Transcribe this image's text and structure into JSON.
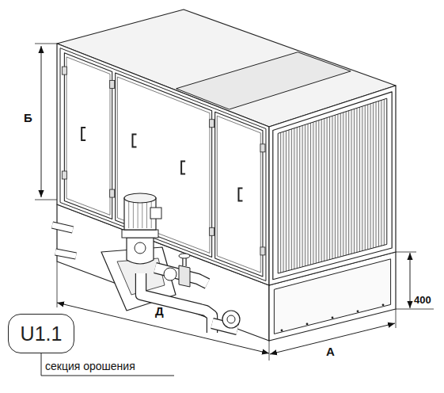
{
  "diagram": {
    "nodes": [
      {
        "text": [
          "U1.1"
        ]
      }
    ],
    "labels": [
      "Б",
      "Д",
      "А",
      "400",
      "секция орошения"
    ]
  }
}
